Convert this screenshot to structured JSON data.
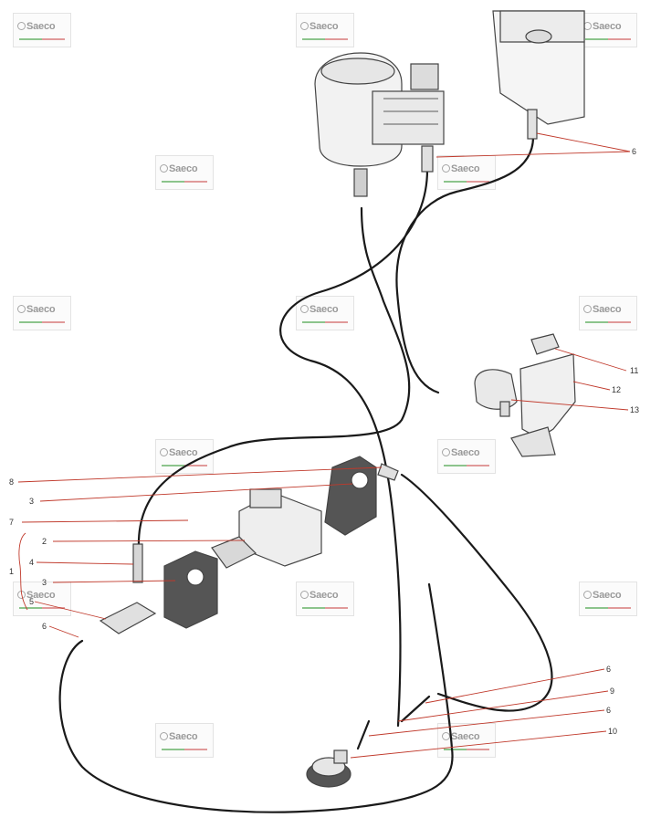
{
  "watermark": {
    "text": "Saeco",
    "icon": "saeco-logo-icon"
  },
  "callouts": {
    "c6a": "6",
    "c11": "11",
    "c12": "12",
    "c13": "13",
    "c8": "8",
    "c3a": "3",
    "c7": "7",
    "c1": "1",
    "c2": "2",
    "c4": "4",
    "c3b": "3",
    "c5": "5",
    "c6b": "6",
    "c6c": "6",
    "c9": "9",
    "c6d": "6",
    "c10": "10"
  },
  "colors": {
    "leader": "#c0392b",
    "line": "#1a1a1a",
    "part": "#444444"
  }
}
